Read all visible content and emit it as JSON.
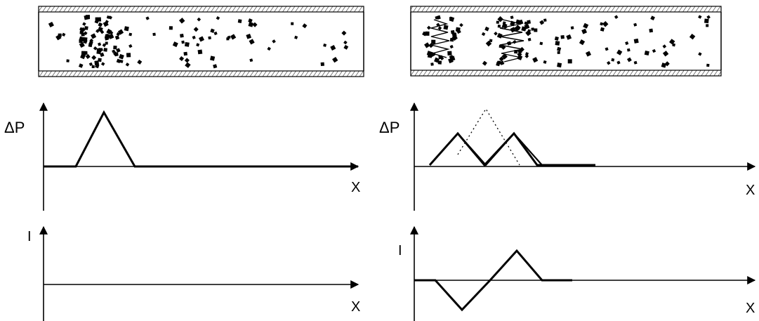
{
  "left_panel": {
    "pressure_axis_label": "ΔP",
    "pressure_x_label": "X",
    "current_axis_label": "I",
    "current_x_label": "X"
  },
  "right_panel": {
    "pressure_axis_label": "ΔP",
    "pressure_x_label": "X",
    "current_axis_label": "I",
    "current_x_label": "X"
  },
  "colors": {
    "ink": "#000000",
    "background": "#ffffff"
  }
}
